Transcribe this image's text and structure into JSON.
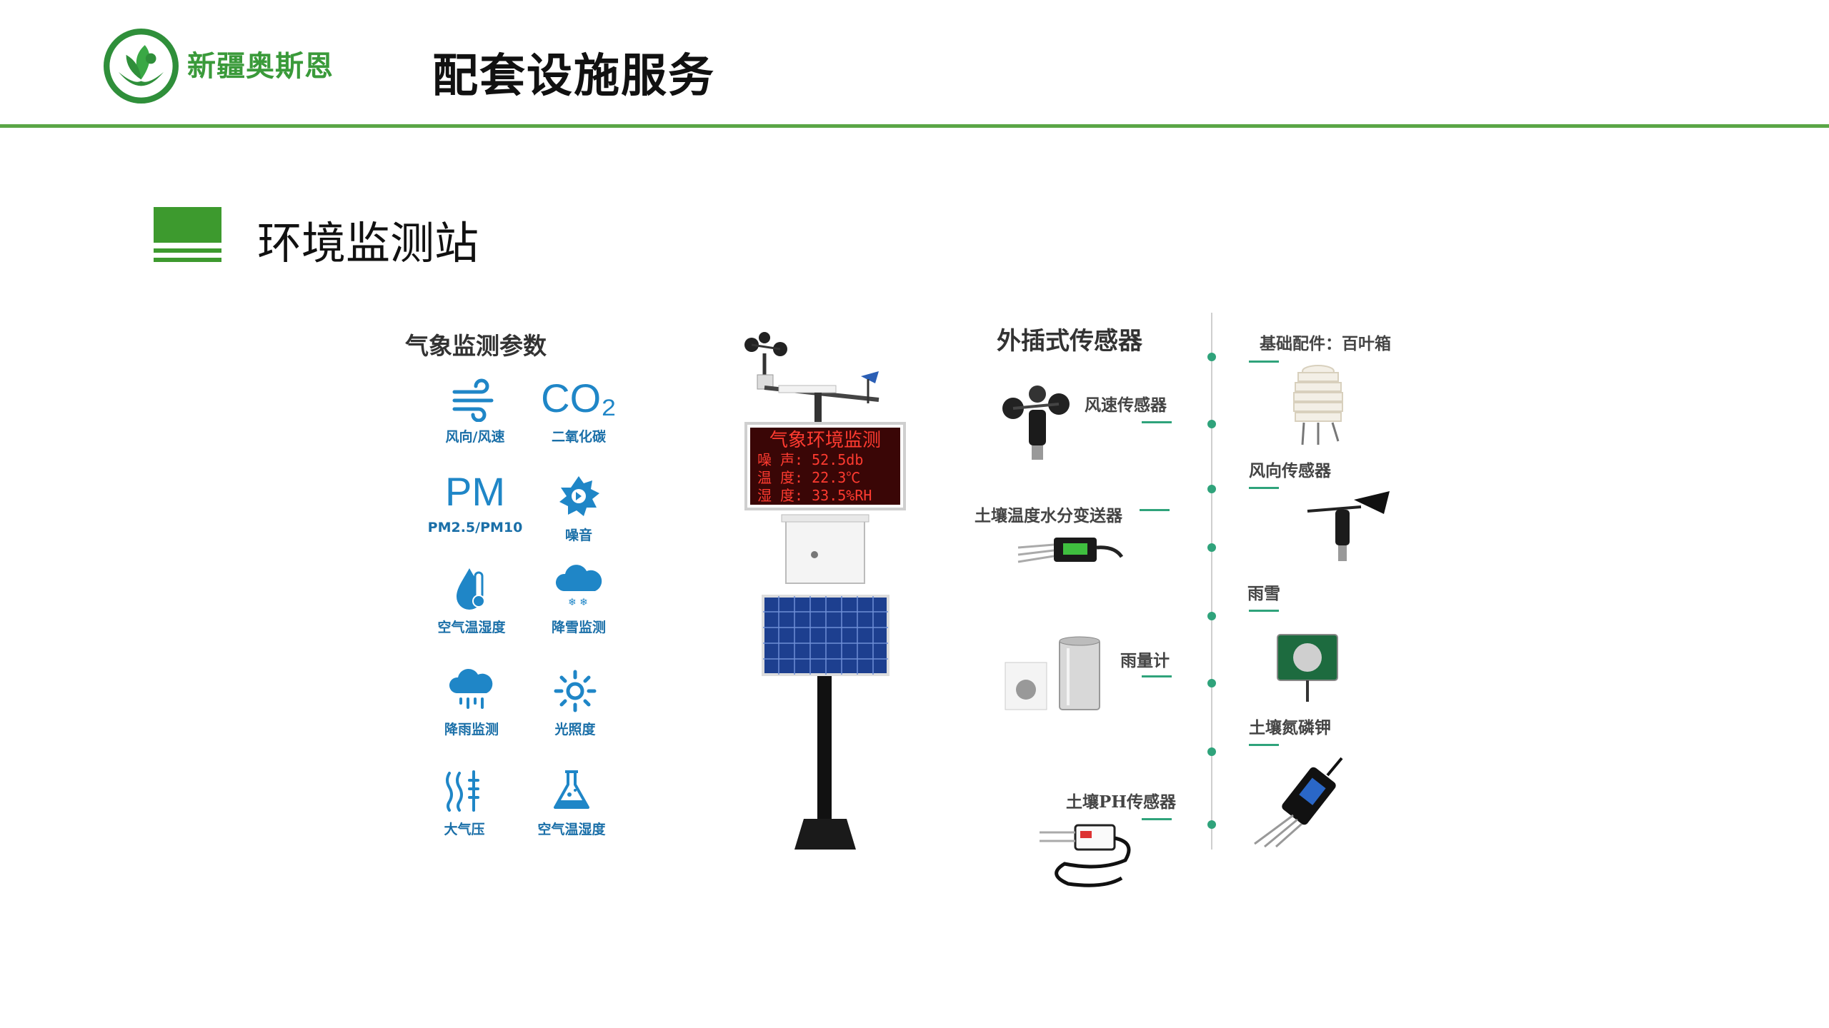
{
  "header": {
    "brand": "新疆奥斯恩",
    "title": "配套设施服务"
  },
  "section": {
    "title": "环境监测站"
  },
  "params": {
    "title": "气象监测参数",
    "items": [
      {
        "label": "风向/风速",
        "icon": "wind-icon"
      },
      {
        "label": "二氧化碳",
        "icon_text": "CO₂"
      },
      {
        "label": "PM2.5/PM10",
        "icon_text": "PM"
      },
      {
        "label": "噪音",
        "icon": "noise-icon"
      },
      {
        "label": "空气温湿度",
        "icon": "thermometer-drop-icon"
      },
      {
        "label": "降雪监测",
        "icon": "snow-cloud-icon"
      },
      {
        "label": "降雨监测",
        "icon": "rain-cloud-icon"
      },
      {
        "label": "光照度",
        "icon": "sun-icon"
      },
      {
        "label": "大气压",
        "icon": "pressure-icon"
      },
      {
        "label": "空气温湿度",
        "icon": "flask-icon"
      }
    ]
  },
  "station": {
    "display_lines": [
      "气象环境监测",
      "噪 声:  52.5db",
      "温 度:  22.3℃",
      "湿 度:  33.5%RH"
    ]
  },
  "external_sensors": {
    "title": "外插式传感器",
    "left": [
      {
        "label": "风速传感器"
      },
      {
        "label": "土壤温度水分变送器"
      },
      {
        "label": "雨量计"
      },
      {
        "label": "土壤PH传感器"
      }
    ],
    "right": [
      {
        "label": "基础配件：百叶箱"
      },
      {
        "label": "风向传感器"
      },
      {
        "label": "雨雪"
      },
      {
        "label": "土壤氮磷钾"
      }
    ]
  },
  "colors": {
    "brand_green": "#5aa646",
    "accent_teal": "#2fa37b",
    "icon_blue": "#1f86c7",
    "led_red": "#ff3b30"
  }
}
